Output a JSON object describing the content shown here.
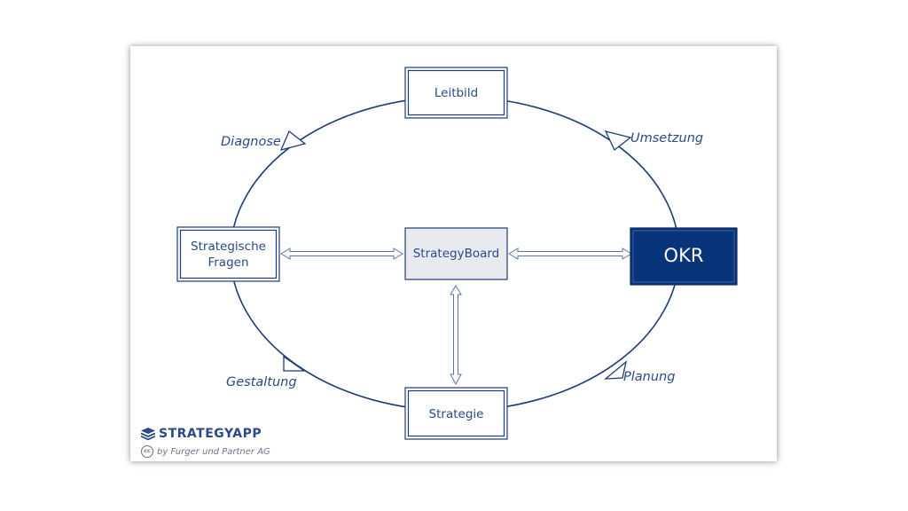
{
  "nodes": {
    "leitbild": "Leitbild",
    "fragen_line1": "Strategische",
    "fragen_line2": "Fragen",
    "board": "StrategyBoard",
    "okr": "OKR",
    "strategie": "Strategie"
  },
  "phases": {
    "diagnose": "Diagnose",
    "umsetzung": "Umsetzung",
    "gestaltung": "Gestaltung",
    "planung": "Planung"
  },
  "brand": {
    "name": "STRATEGYAPP",
    "copyright": "by Furger und Partner AG",
    "cc_symbol": "cc"
  },
  "colors": {
    "primary": "#1d3c78",
    "okr_fill": "#08357a",
    "board_fill": "#e8eaee"
  }
}
